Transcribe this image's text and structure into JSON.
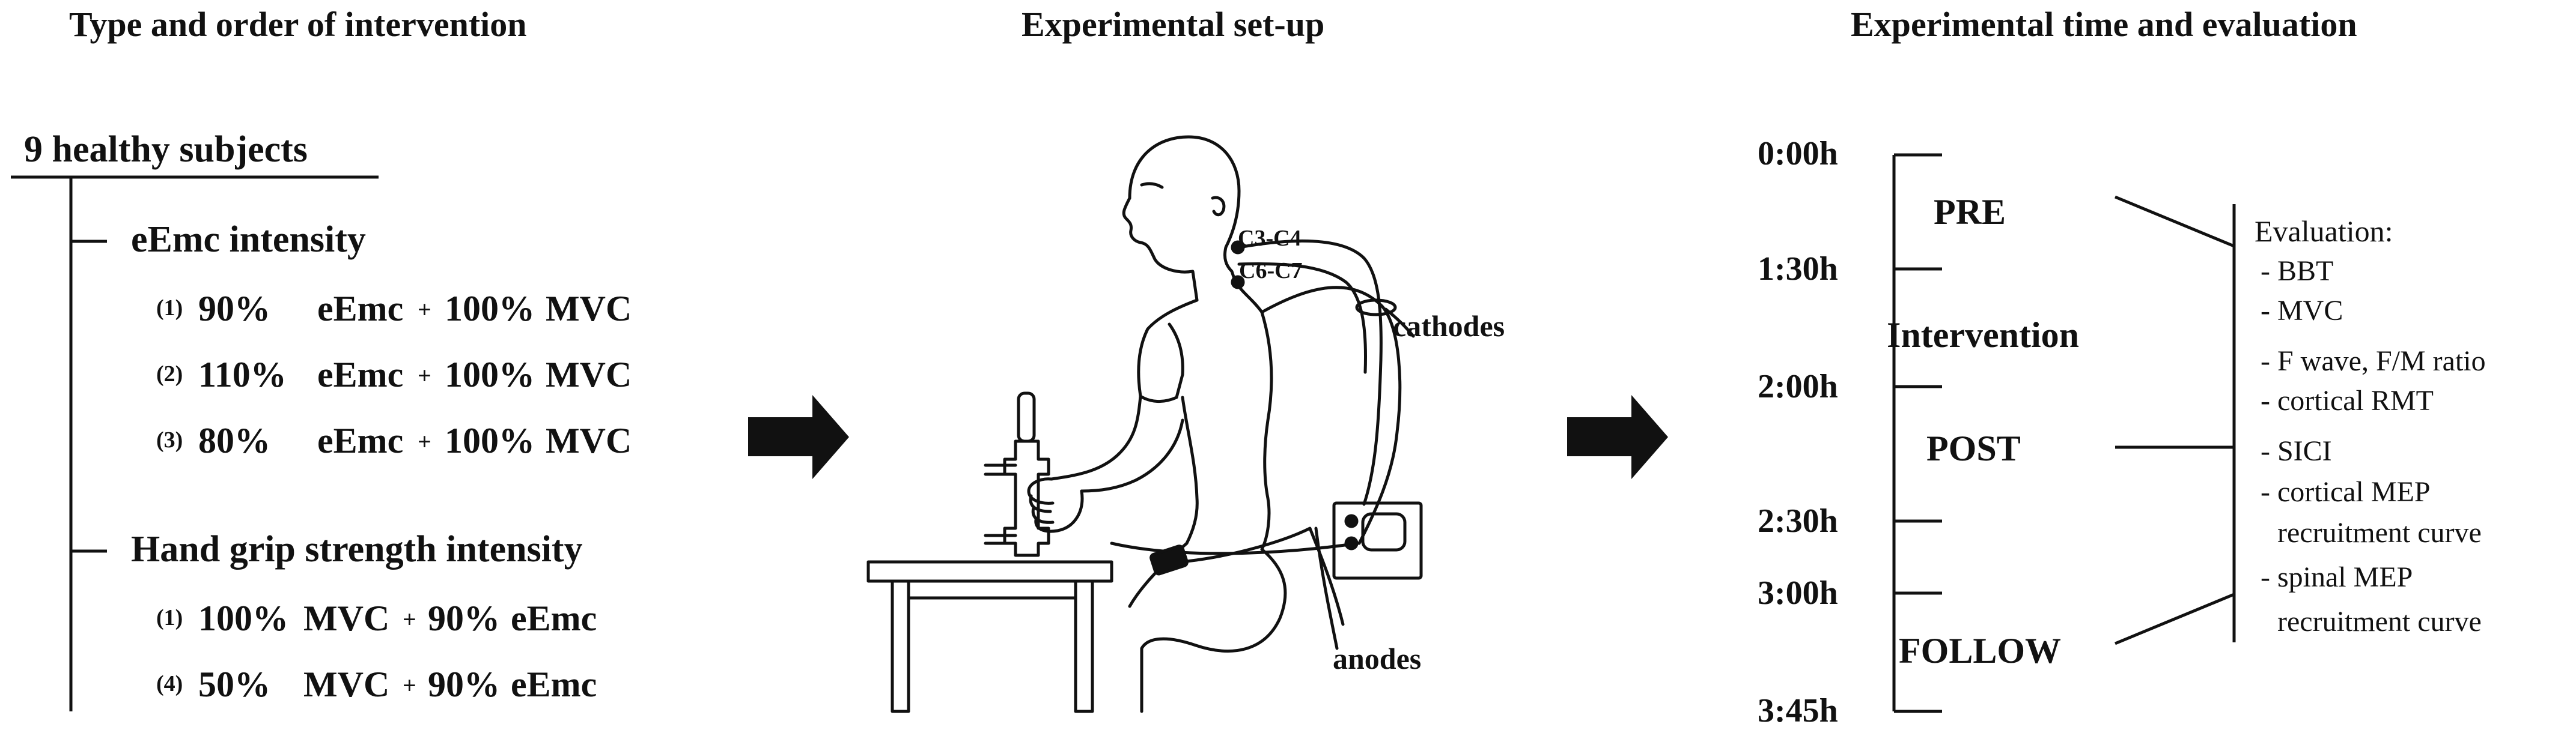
{
  "left": {
    "header": "Type and order of intervention",
    "subjects": "9 healthy subjects",
    "section1": {
      "title": "eEmc intensity",
      "items": [
        {
          "num": "(1)",
          "a": "90%",
          "b": "eEmc",
          "plus": "+",
          "c": "100%",
          "d": "MVC"
        },
        {
          "num": "(2)",
          "a": "110%",
          "b": "eEmc",
          "plus": "+",
          "c": "100%",
          "d": "MVC"
        },
        {
          "num": "(3)",
          "a": "80%",
          "b": "eEmc",
          "plus": "+",
          "c": "100%",
          "d": "MVC"
        }
      ]
    },
    "section2": {
      "title": "Hand grip strength intensity",
      "items": [
        {
          "num": "(1)",
          "a": "100%",
          "b": "MVC",
          "plus": "+",
          "c": "90%",
          "d": "eEmc"
        },
        {
          "num": "(4)",
          "a": "50%",
          "b": "MVC",
          "plus": "+",
          "c": "90%",
          "d": "eEmc"
        }
      ]
    }
  },
  "middle": {
    "header": "Experimental set-up",
    "c3c4": "C3-C4",
    "c6c7": "C6-C7",
    "cathodes": "cathodes",
    "anodes": "anodes"
  },
  "right": {
    "header": "Experimental time and evaluation",
    "times": [
      "0:00h",
      "1:30h",
      "2:00h",
      "2:30h",
      "3:00h",
      "3:45h"
    ],
    "phases": {
      "pre": "PRE",
      "intervention": "Intervention",
      "post": "POST",
      "follow": "FOLLOW"
    },
    "evaluation_title": "Evaluation:",
    "evaluation_items": [
      "- BBT",
      "- MVC",
      "- F wave, F/M ratio",
      "- cortical RMT",
      "- SICI",
      "- cortical MEP",
      "recruitment curve",
      "- spinal MEP",
      "recruitment curve"
    ]
  }
}
